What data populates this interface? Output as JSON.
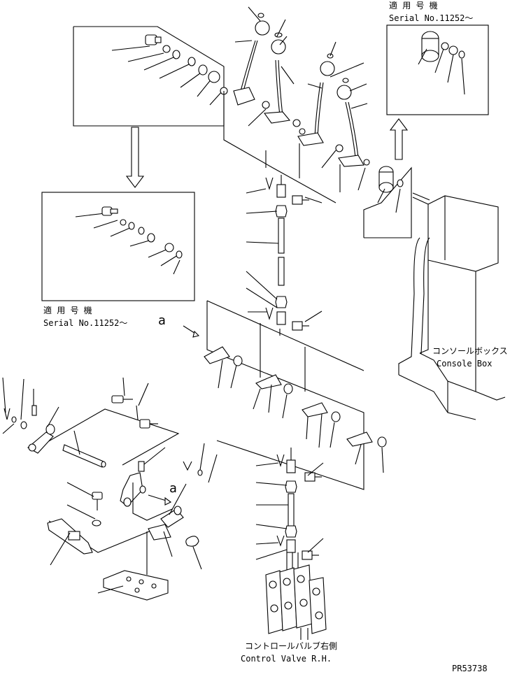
{
  "callouts": {
    "serial_top_right_jp": "適 用 号 機",
    "serial_top_right": "Serial No.11252～",
    "serial_left_jp": "適 用 号 機",
    "serial_left": "Serial No.11252～",
    "console_box_jp": "コンソールボックス",
    "console_box": "Console Box",
    "control_valve_jp": "コントロールバルブ右側",
    "control_valve": "Control Valve R.H.",
    "view_mark_a1": "a",
    "view_mark_a2": "a",
    "drawing_number": "PR53738"
  }
}
